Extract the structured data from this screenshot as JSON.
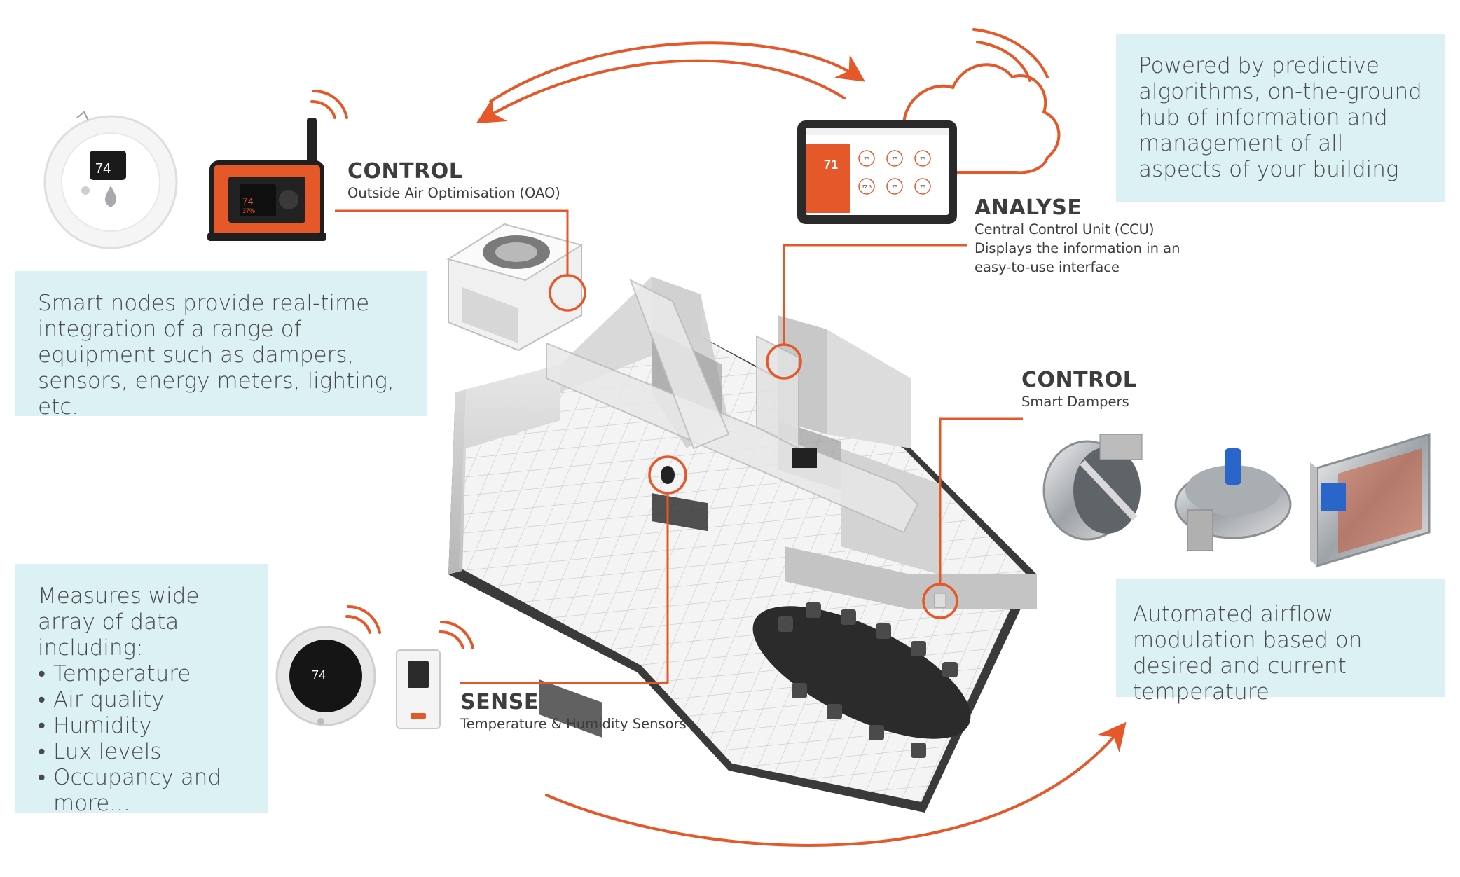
{
  "colors": {
    "accent": "#e5582a",
    "info_box": "#dbf1f4",
    "text": "#3d3d3d"
  },
  "boxes": {
    "smart_nodes": {
      "text": "Smart nodes provide real-time integration of a range of equipment such as dampers, sensors, energy meters, lighting, etc."
    },
    "predictive": {
      "text": "Powered by predictive algorithms, on-the-ground hub of information and management of all aspects of your building"
    },
    "airflow": {
      "text": "Automated airflow modulation based on desired and current temperature"
    },
    "measures": {
      "intro": "Measures wide array of data including:",
      "items": [
        "Temperature",
        "Air quality",
        "Humidity",
        "Lux levels",
        "Occupancy and more..."
      ]
    }
  },
  "labels": {
    "control_oao": {
      "heading": "CONTROL",
      "sub": "Outside Air Optimisation (OAO)"
    },
    "analyse": {
      "heading": "ANALYSE",
      "sub_1": "Central Control Unit (CCU)",
      "sub_2": "Displays the information in an",
      "sub_3": "easy-to-use interface"
    },
    "control_dampers": {
      "heading": "CONTROL",
      "sub": "Smart Dampers"
    },
    "sense": {
      "heading": "SENSE",
      "sub": "Temperature & Humidity Sensors"
    }
  },
  "devices": {
    "oao_display_temp": "74",
    "oao_display_humidity": "37%",
    "node_display_temp": "74",
    "sensor_display_temp": "74",
    "ccu_main_temp": "71",
    "ccu_tile_temps": [
      "76",
      "76",
      "76",
      "72.5",
      "76",
      "76"
    ]
  },
  "icons": [
    "wifi-icon",
    "cloud-icon",
    "droplet-icon",
    "arrow-icon"
  ]
}
